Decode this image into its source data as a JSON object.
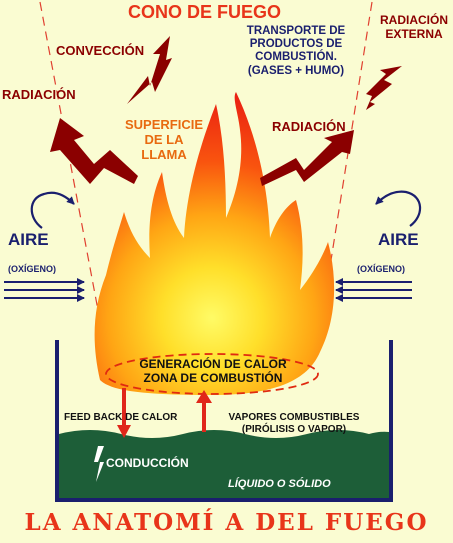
{
  "title": "LA ANATOMÍ A DEL FUEGO",
  "labels": {
    "cono": "CONO DE FUEGO",
    "conveccion": "CONVECCIÓN",
    "radiacion_left": "RADIACIÓN",
    "superficie_1": "SUPERFICIE",
    "superficie_2": "DE LA",
    "superficie_3": "LLAMA",
    "transporte_1": "TRANSPORTE DE",
    "transporte_2": "PRODUCTOS DE",
    "transporte_3": "COMBUSTIÓN.",
    "transporte_4": "(GASES + HUMO)",
    "radiacion_right": "RADIACIÓN",
    "radiacion_externa_1": "RADIACIÓN",
    "radiacion_externa_2": "EXTERNA",
    "aire_left": "AIRE",
    "oxigeno_left": "(OXÍGENO)",
    "aire_right": "AIRE",
    "oxigeno_right": "(OXÍGENO)",
    "generacion_1": "GENERACIÓN DE CALOR",
    "generacion_2": "ZONA DE COMBUSTIÓN",
    "feedback": "FEED BACK DE CALOR",
    "vapores_1": "VAPORES COMBUSTIBLES",
    "vapores_2": "(PIRÓLISIS O VAPOR)",
    "conduccion": "CONDUCCIÓN",
    "liquido": "LÍQUIDO O SÓLIDO"
  },
  "colors": {
    "background": "#fafcd2",
    "dark_red": "#8b0000",
    "title_red": "#e8351a",
    "label_orange": "#e86a10",
    "navy": "#1a1f6e",
    "liquid_green": "#1d5e38",
    "flame_red": "#ee2a1a",
    "flame_yellow": "#ffef3a"
  }
}
